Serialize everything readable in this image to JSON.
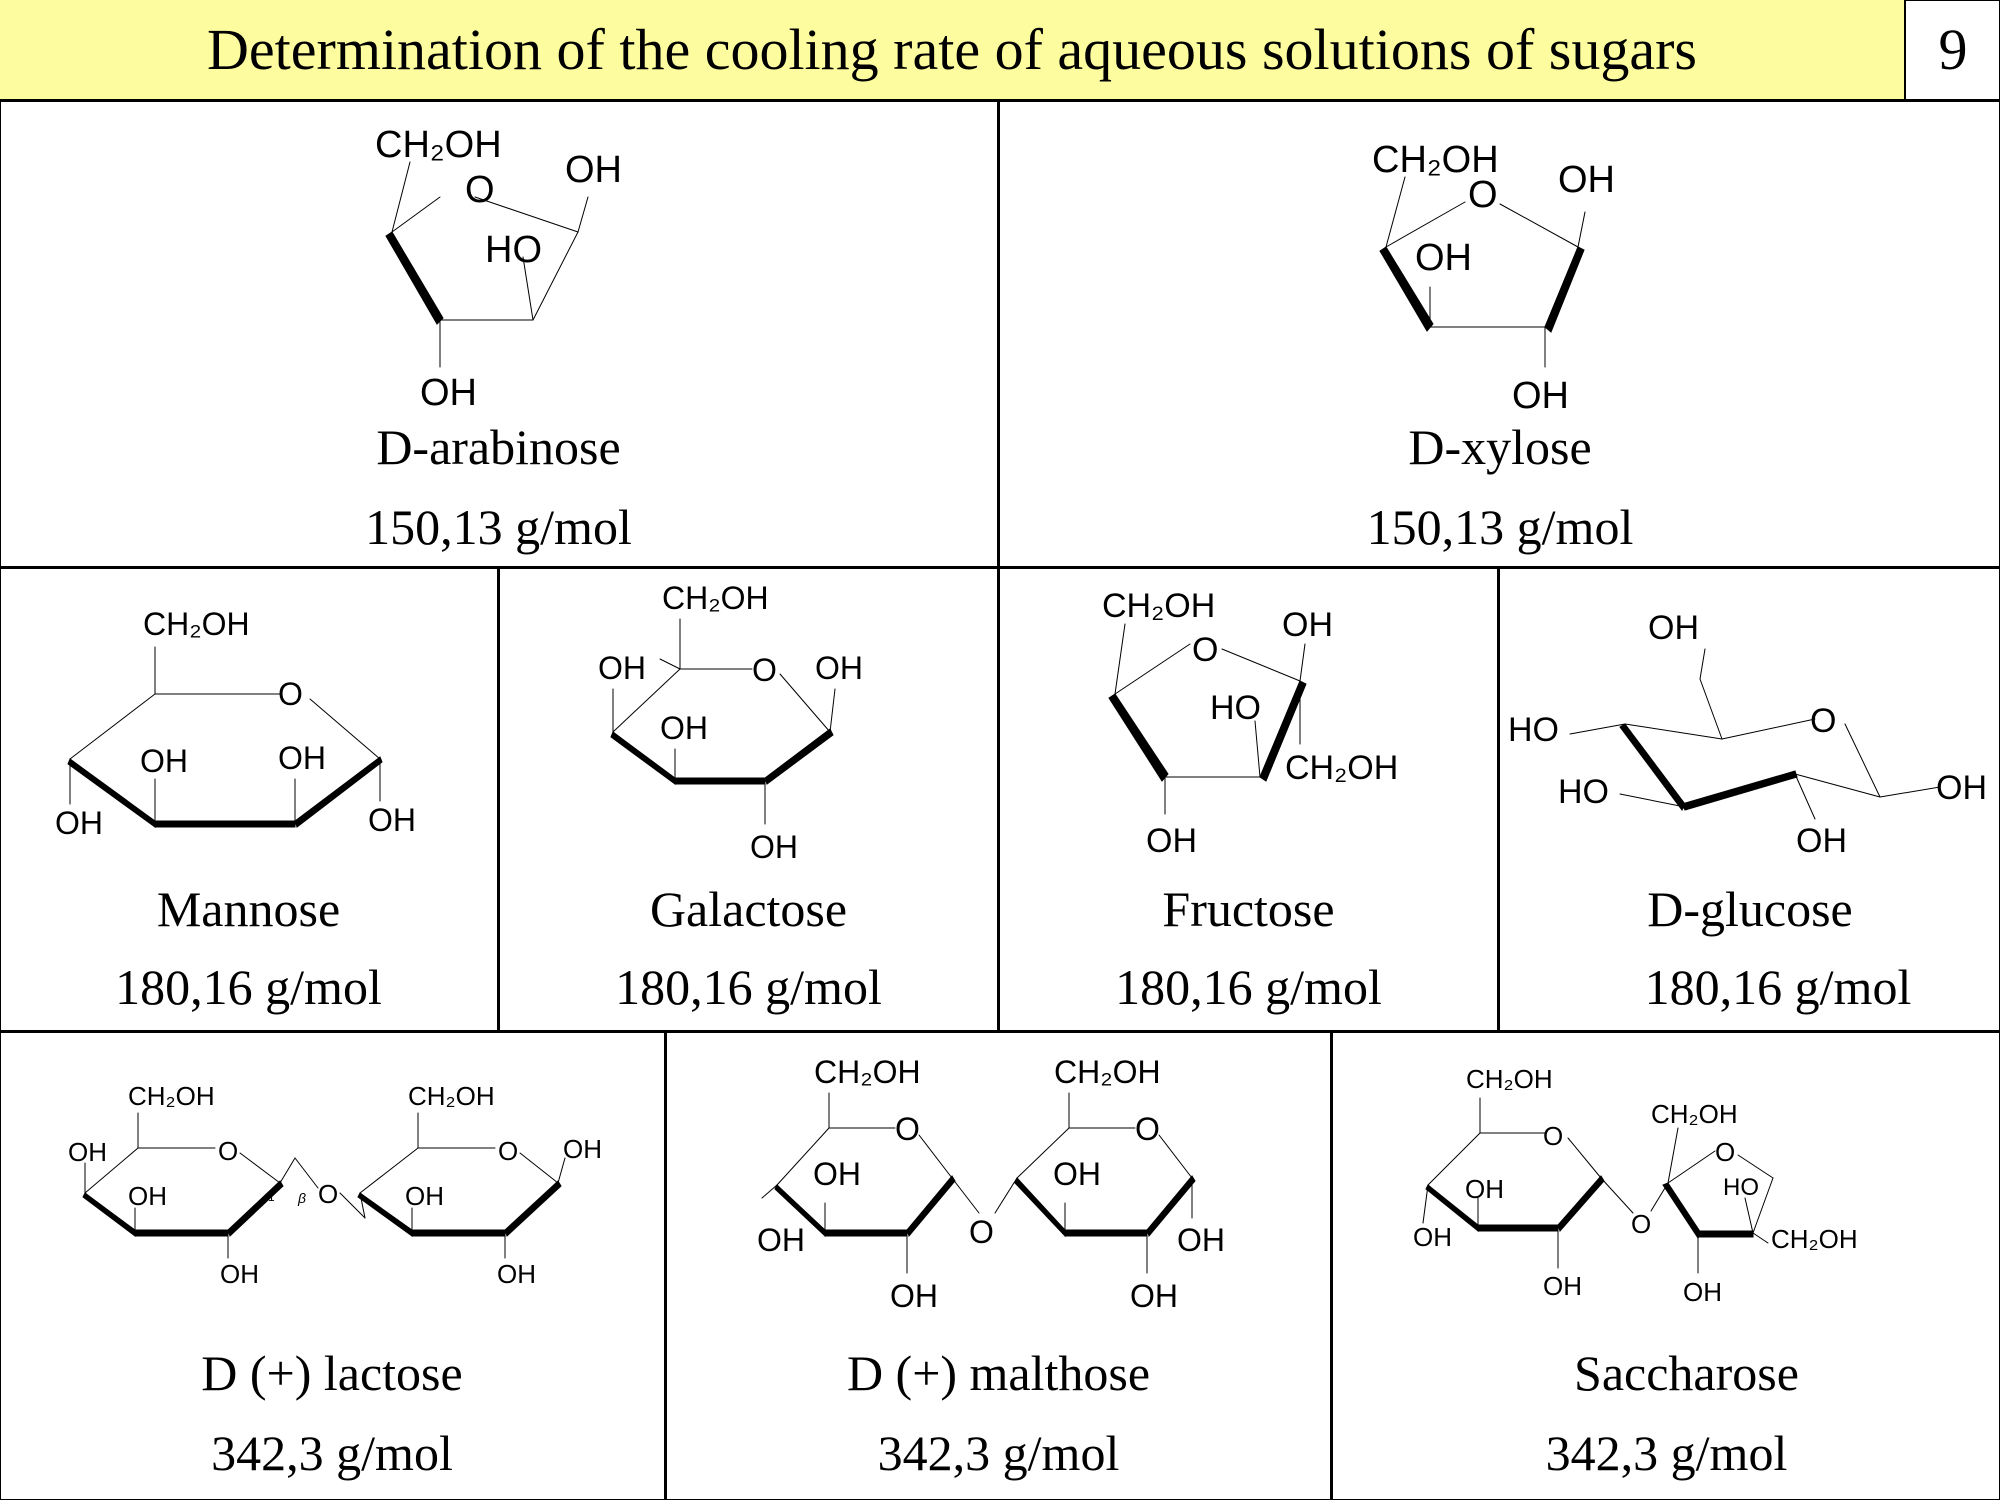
{
  "header": {
    "title": "Determination of the cooling rate of aqueous solutions of sugars",
    "page_number": "9"
  },
  "sugars": [
    {
      "name": "D-arabinose",
      "mass": "150,13 g/mol"
    },
    {
      "name": "D-xylose",
      "mass": "150,13 g/mol"
    },
    {
      "name": "Mannose",
      "mass": "180,16 g/mol"
    },
    {
      "name": "Galactose",
      "mass": "180,16 g/mol"
    },
    {
      "name": "Fructose",
      "mass": "180,16 g/mol"
    },
    {
      "name": "D-glucose",
      "mass": "180,16 g/mol"
    },
    {
      "name": "D (+) lactose",
      "mass": "342,3 g/mol"
    },
    {
      "name": "D (+) malthose",
      "mass": "342,3 g/mol"
    },
    {
      "name": "Saccharose",
      "mass": "342,3 g/mol"
    }
  ],
  "structure_labels": {
    "ch2oh": "CH₂OH",
    "oh": "OH",
    "ho": "HO",
    "o": "O",
    "beta": "β",
    "one": "1"
  }
}
